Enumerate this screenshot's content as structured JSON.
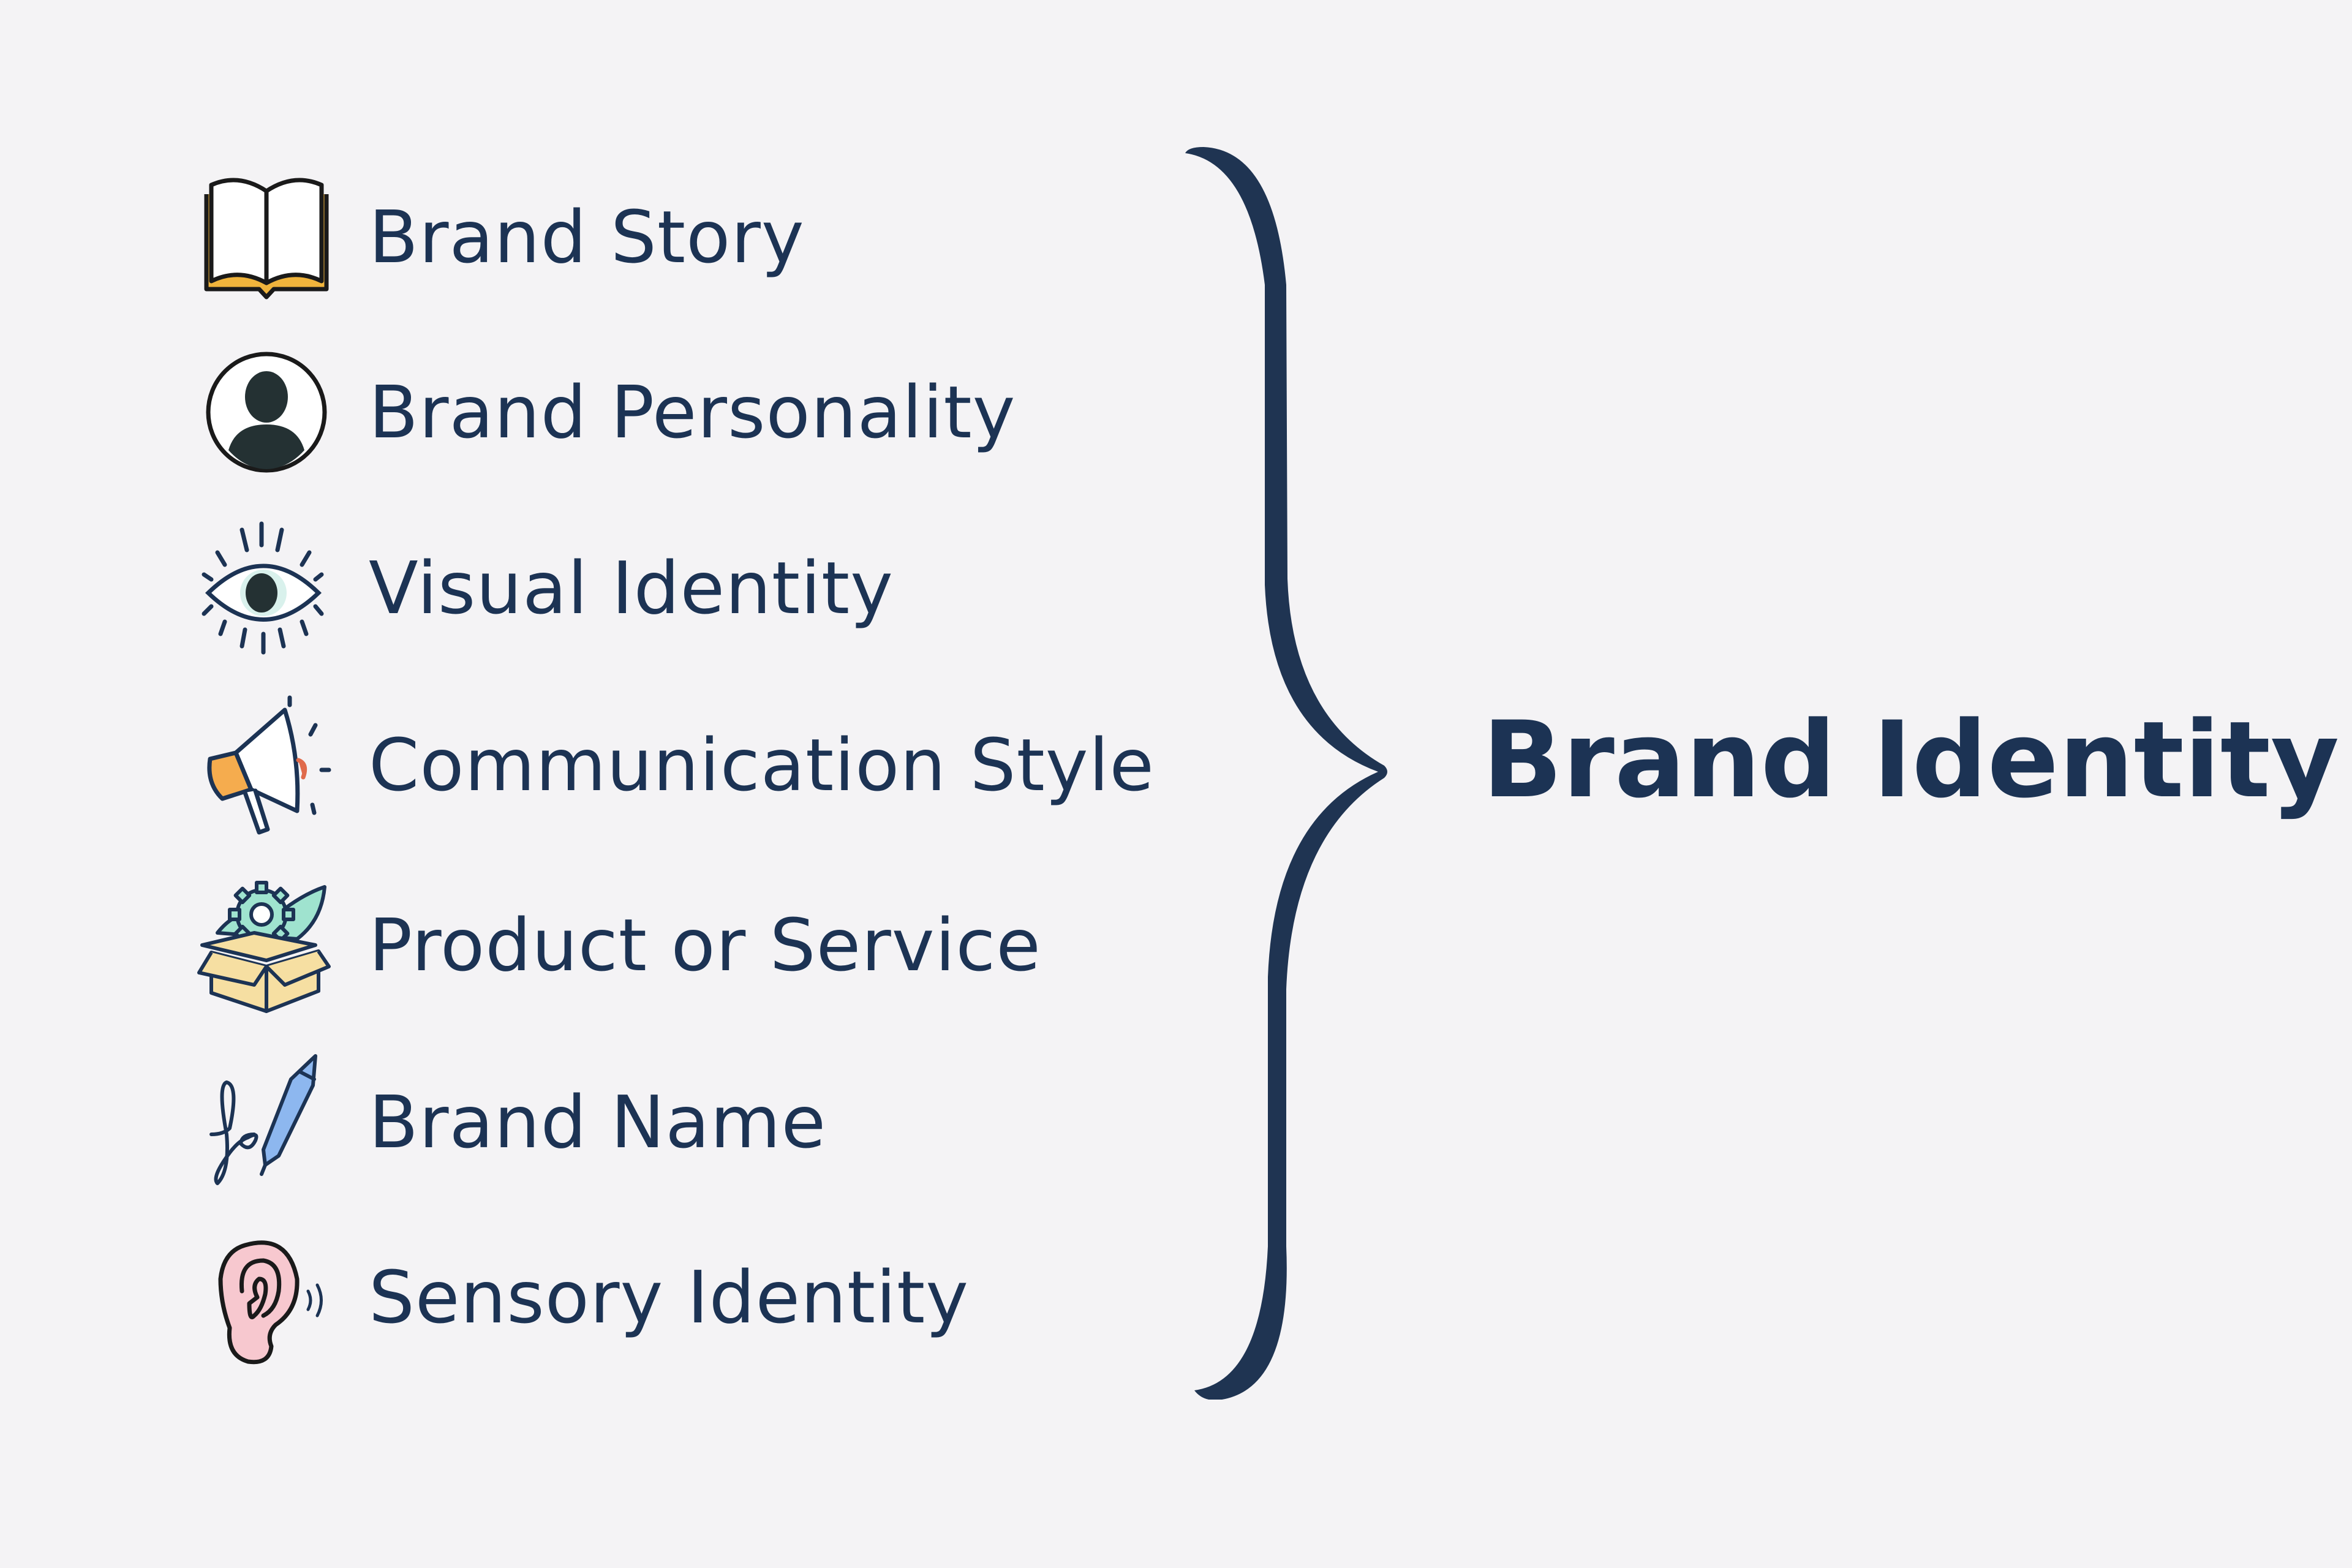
{
  "diagram": {
    "type": "brace-grouping",
    "result_label": "Brand Identity",
    "items": [
      {
        "label": "Brand Story",
        "icon": "open-book-icon"
      },
      {
        "label": "Brand Personality",
        "icon": "user-avatar-icon"
      },
      {
        "label": "Visual Identity",
        "icon": "eye-icon"
      },
      {
        "label": "Communication Style",
        "icon": "megaphone-icon"
      },
      {
        "label": "Product or Service",
        "icon": "gear-box-icon"
      },
      {
        "label": "Brand Name",
        "icon": "signature-pen-icon"
      },
      {
        "label": "Sensory Identity",
        "icon": "ear-sound-icon"
      }
    ]
  },
  "colors": {
    "text": "#1c3354",
    "brace": "#1f3452",
    "background": "#f4f3f5",
    "book_accent": "#f0b43c",
    "megaphone_accent": "#f5ac4e",
    "megaphone_red": "#e06a4b",
    "gear_fill": "#9fe3cf",
    "box_fill": "#f6dfa2",
    "pen_fill": "#8db7ef",
    "ear_fill": "#f7c8cf"
  }
}
